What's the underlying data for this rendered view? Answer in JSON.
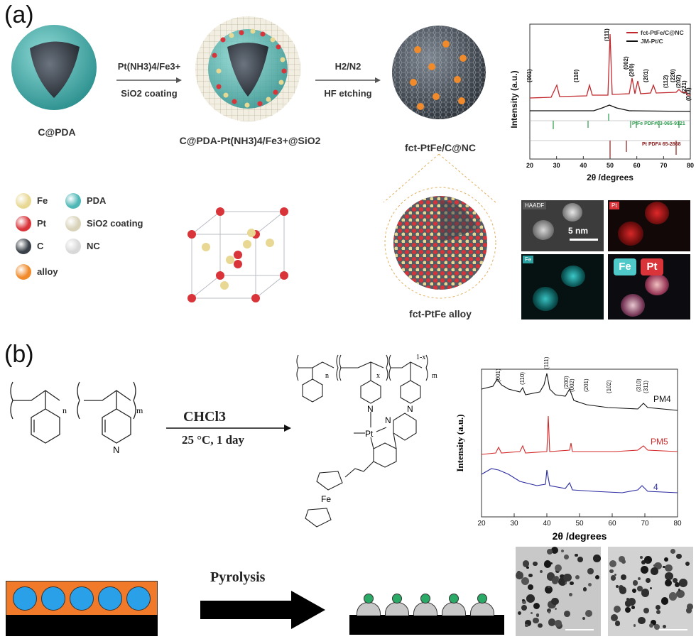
{
  "panel_a": {
    "label": "(a)",
    "step1": {
      "line1": "Pt(NH3)4/Fe3+",
      "line2": "SiO2 coating"
    },
    "step2": {
      "line1": "H2/N2",
      "line2": "HF etching"
    },
    "captions": {
      "c_pda": "C@PDA",
      "intermediate": "C@PDA-Pt(NH3)4/Fe3+@SiO2",
      "product": "fct-PtFe/C@NC",
      "alloy": "fct-PtFe alloy"
    },
    "legend": [
      {
        "label": "Fe",
        "color": "#e8d894"
      },
      {
        "label": "PDA",
        "color": "#4fb8b6"
      },
      {
        "label": "Pt",
        "color": "#d8343a"
      },
      {
        "label": "SiO2 coating",
        "color": "#d8d2b8"
      },
      {
        "label": "C",
        "color": "#3a4048"
      },
      {
        "label": "NC",
        "color": "#d8d8d8"
      },
      {
        "label": "alloy",
        "color": "#f08a2a"
      }
    ],
    "xrd": {
      "ylabel": "Intensity (a.u.)",
      "xlabel": "2θ /degrees",
      "series_names": [
        "fct-PtFe/C@NC",
        "JM-Pt/C"
      ],
      "series_colors": [
        "#c0282d",
        "#111111"
      ],
      "peaks": [
        "(001)",
        "(110)",
        "(111)",
        "(002)",
        "(200)",
        "(201)",
        "(112)",
        "(220)",
        "(202)",
        "(221)",
        "(003)"
      ],
      "ref1": "PtFe PDF#03-065-9121",
      "ref2": "Pt  PDF# 65-2868",
      "xticks": [
        "20",
        "30",
        "40",
        "50",
        "60",
        "70",
        "80"
      ]
    },
    "haadf": {
      "tag": "HAADF",
      "scale": "5 nm"
    },
    "maps": {
      "pt_tag": "Pt",
      "fe_tag": "Fe",
      "overlay_fe": "Fe",
      "overlay_pt": "Pt"
    }
  },
  "panel_b": {
    "label": "(b)",
    "reaction": {
      "solvent": "CHCl3",
      "conditions": "25 °C, 1 day"
    },
    "polymer_left": {
      "n": "n",
      "m": "m",
      "N": "N"
    },
    "polymer_right": {
      "n": "n",
      "x": "x",
      "one_minus_x": "1-x",
      "m": "m",
      "Pt": "Pt",
      "N": "N",
      "Fe": "Fe"
    },
    "pyrolysis": "Pyrolysis",
    "xrd": {
      "ylabel": "Intensity (a.u.)",
      "xlabel": "2θ /degrees",
      "series": [
        {
          "name": "PM4",
          "color": "#111111"
        },
        {
          "name": "PM5",
          "color": "#d42a2a"
        },
        {
          "name": "4",
          "color": "#2a2aa0"
        }
      ],
      "peaks": [
        "(001)",
        "(110)",
        "(111)",
        "(200)",
        "(002)",
        "(201)",
        "(102)",
        "(310)",
        "(311)"
      ],
      "xticks": [
        "20",
        "30",
        "40",
        "50",
        "60",
        "70",
        "80"
      ]
    }
  }
}
